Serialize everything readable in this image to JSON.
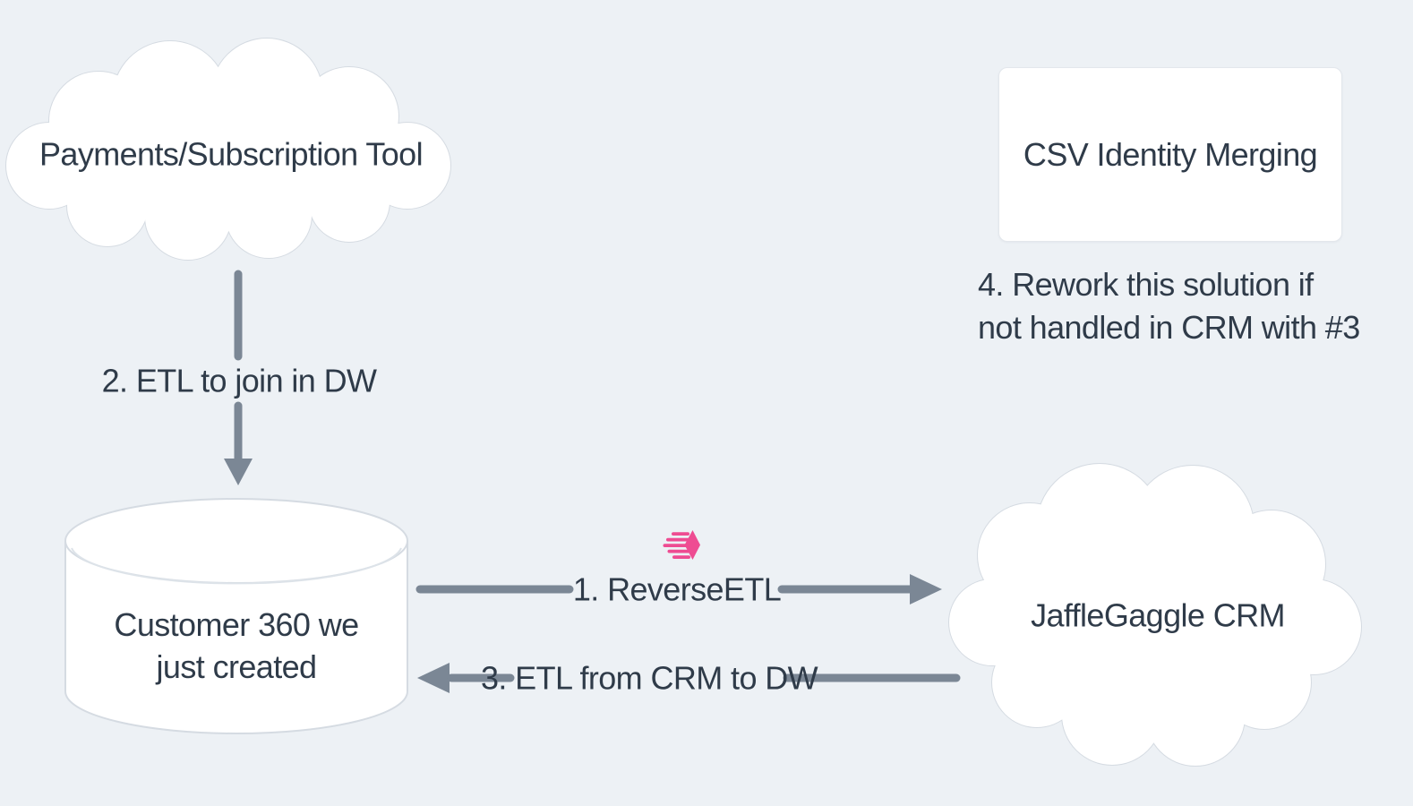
{
  "diagram": {
    "background_color": "#EDF1F5",
    "colors": {
      "node_fill": "#FFFFFF",
      "node_border": "#D5DBE2",
      "text": "#2F3B49",
      "arrow": "#7B8795",
      "accent_pink": "#EE4C92"
    },
    "nodes": {
      "payments_cloud": {
        "type": "cloud",
        "label": "Payments/Subscription Tool"
      },
      "csv_card": {
        "type": "rectangle",
        "label": "CSV Identity Merging"
      },
      "warehouse_cylinder": {
        "type": "database-cylinder",
        "label": "Customer 360 we\njust created"
      },
      "crm_cloud": {
        "type": "cloud",
        "label": "JaffleGaggle CRM"
      }
    },
    "edges": {
      "reverse_etl": {
        "label": "1. ReverseETL",
        "from": "warehouse_cylinder",
        "to": "crm_cloud",
        "direction": "right"
      },
      "etl_to_dw": {
        "label": "2. ETL to join in DW",
        "from": "payments_cloud",
        "to": "warehouse_cylinder",
        "direction": "down"
      },
      "etl_from_crm": {
        "label": "3. ETL from CRM to DW",
        "from": "crm_cloud",
        "to": "warehouse_cylinder",
        "direction": "left"
      }
    },
    "notes": {
      "rework": "4. Rework this solution if\nnot handled in CRM with #3"
    },
    "icons": {
      "reverse_etl_tool": "hightouch-logo"
    }
  }
}
